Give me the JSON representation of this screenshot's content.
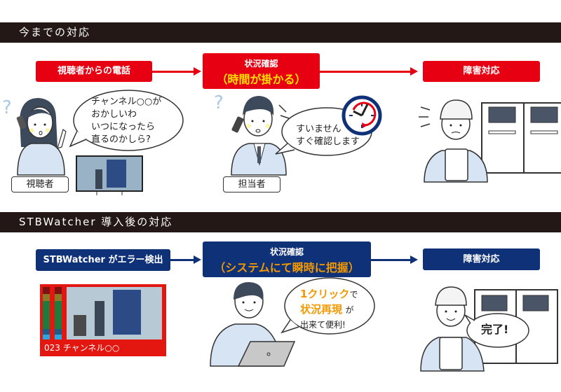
{
  "before": {
    "header": "今までの対応",
    "step1": "視聴者からの電話",
    "step2_title": "状況確認",
    "step2_note": "（時間が掛かる）",
    "step3": "障害対応",
    "viewer_speech": [
      "チャンネル○○が",
      "おかしいわ",
      "いつになったら",
      "直るのかしら?"
    ],
    "viewer_label": "視聴者",
    "staff_speech": [
      "すいません",
      "すぐ確認します"
    ],
    "staff_label": "担当者"
  },
  "after": {
    "header": "STBWatcher 導入後の対応",
    "step1": "STBWatcher がエラー検出",
    "step2_title": "状況確認",
    "step2_note": "（システムにて瞬時に把握）",
    "step3": "障害対応",
    "monitor_caption": "023 チャンネル○○",
    "staff_speech_1a": "1クリック",
    "staff_speech_1b": "で",
    "staff_speech_2a": "状況再現",
    "staff_speech_2b": "が",
    "staff_speech_3": "出来て便利!",
    "worker_speech": "完了!"
  },
  "colors": {
    "red": "#e60012",
    "navy": "#0e3178",
    "yellow": "#ffe100",
    "orange": "#f39800",
    "dark": "#231815",
    "shirt": "#d6e4f3"
  },
  "icons": [
    "question-mark-icon",
    "clock-icon",
    "phone-icon",
    "tv-icon",
    "laptop-icon",
    "server-rack-icon"
  ]
}
